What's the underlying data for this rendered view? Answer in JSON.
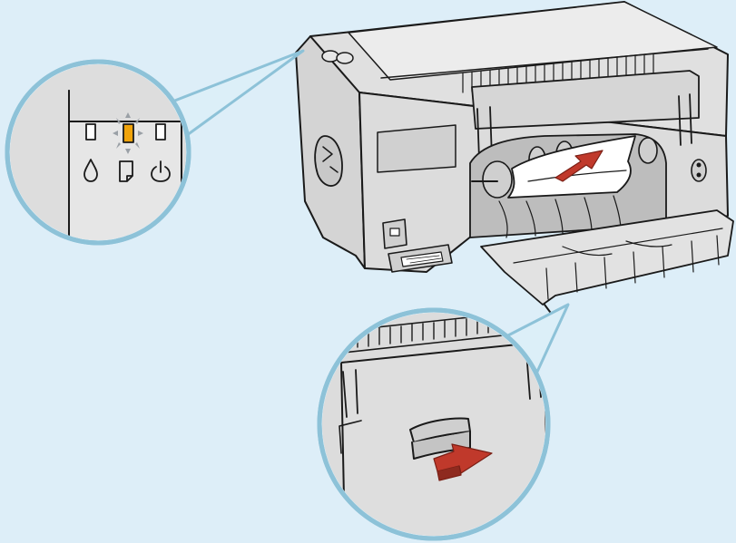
{
  "illustration": {
    "background_color": "#ddeef8",
    "callout_border_color": "#8dc2d8",
    "line_color": "#1a1a1a",
    "device_fill": "#dcdcdc",
    "device_shade": "#c4c4c4",
    "arrow_color": "#c0392b",
    "warning_light_color": "#f0a30a",
    "panel_callout": {
      "indicators": [
        "ink-drop-icon",
        "paper-icon",
        "power-icon"
      ],
      "flashing_indicator": "paper-icon"
    },
    "rear_view": {
      "arrow_direction": "up",
      "subject": "jammed-paper"
    },
    "unit_callout": {
      "arrow_direction": "out",
      "subject": "rear-unit-latch"
    }
  }
}
